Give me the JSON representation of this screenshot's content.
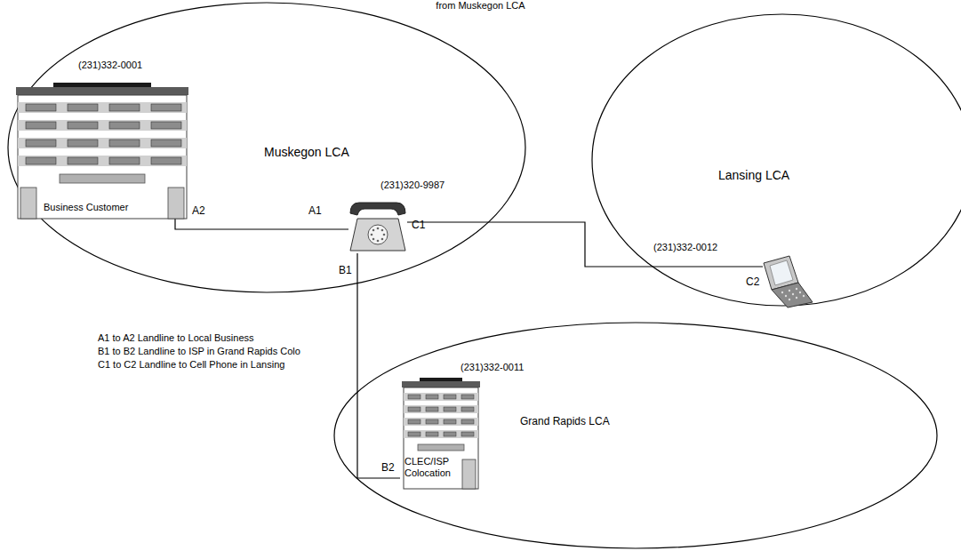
{
  "diagram": {
    "title": "from Muskegon LCA",
    "nodes": [
      {
        "text": [
          "Muskegon LCA"
        ]
      },
      {
        "text": [
          "(231)332-0001",
          "Business Customer"
        ],
        "in": 0
      },
      {
        "text": [
          "(231)320-9987"
        ],
        "in": 0
      },
      {
        "text": [
          "Lansing LCA"
        ]
      },
      {
        "text": [
          "(231)332-0012"
        ],
        "in": 3
      },
      {
        "text": [
          "Grand Rapids LCA"
        ]
      },
      {
        "text": [
          "(231)332-0011",
          "CLEC/ISP Colocation"
        ],
        "in": 5
      }
    ],
    "edges": [
      {
        "from": 2,
        "to": 1,
        "arrow": "none"
      },
      {
        "from": 2,
        "to": 6,
        "arrow": "none"
      },
      {
        "from": 2,
        "to": 4,
        "arrow": "none"
      }
    ],
    "labels": [
      "A2",
      "A1",
      "C1",
      "B1",
      "C2",
      "A1 to A2 Landline to Local Business",
      "B1 to B2 Landline to ISP in Grand Rapids Colo",
      "C1 to C2 Landline to Cell Phone in Lansing",
      "B2"
    ]
  }
}
